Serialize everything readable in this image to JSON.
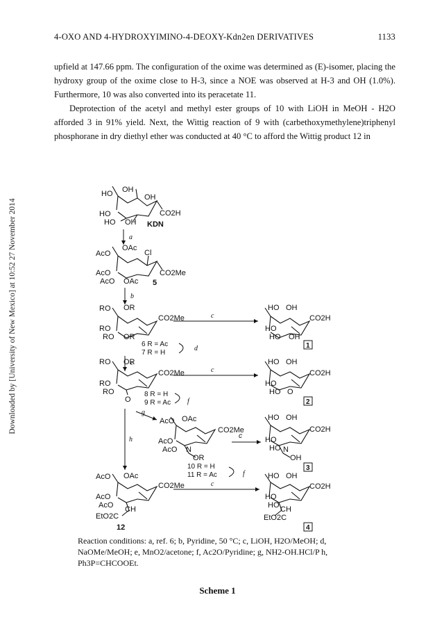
{
  "sidebar": {
    "download_note": "Downloaded by [University of New Mexico] at 10:52 27 November 2014"
  },
  "header": {
    "title": "4-OXO AND 4-HYDROXYIMINO-4-DEOXY-Kdn2en DERIVATIVES",
    "page_number": "1133"
  },
  "body": {
    "paragraph1": "upfield at 147.66 ppm. The configuration of the oxime was determined as (E)-isomer, placing the hydroxy group of the oxime close to H-3, since a NOE was observed at H-3 and OH (1.0%). Furthermore, 10 was also converted into its peracetate 11.",
    "paragraph2": "Deprotection of the acetyl and methyl ester groups of 10 with LiOH in MeOH - H2O afforded 3 in 91% yield. Next, the Wittig reaction of 9 with (carbethoxymethylene)triphenyl phosphorane in dry diethyl ether was conducted at 40 °C to afford the Wittig product 12 in"
  },
  "scheme": {
    "kdn": {
      "sub_ho": "HO",
      "sub_oh": "OH",
      "sub_co2h": "CO2H",
      "name": "KDN"
    },
    "c5": {
      "aco": "AcO",
      "oac": "OAc",
      "cl": "Cl",
      "co2me": "CO2Me",
      "num": "5"
    },
    "c67": {
      "ro": "RO",
      "or": "OR",
      "co2me": "CO2Me",
      "label6": "6 R = Ac",
      "label7": "7 R = H"
    },
    "c89": {
      "ro": "RO",
      "or": "OR",
      "o": "O",
      "co2me": "CO2Me",
      "label8": "8 R = H",
      "label9": "9 R = Ac"
    },
    "c1011": {
      "aco": "AcO",
      "oac": "OAc",
      "n": "N",
      "or": "OR",
      "co2me": "CO2Me",
      "label10": "10 R = H",
      "label11": "11 R = Ac"
    },
    "c12": {
      "aco": "AcO",
      "oac": "OAc",
      "ch": "CH",
      "eto2c": "EtO2C",
      "co2me": "CO2Me",
      "num": "12"
    },
    "p1": {
      "ho": "HO",
      "oh": "OH",
      "co2h": "CO2H",
      "num": "1"
    },
    "p2": {
      "ho": "HO",
      "oh": "OH",
      "o": "O",
      "co2h": "CO2H",
      "num": "2"
    },
    "p3": {
      "ho": "HO",
      "oh": "OH",
      "n": "N",
      "noh": "OH",
      "co2h": "CO2H",
      "num": "3"
    },
    "p4": {
      "ho": "HO",
      "oh": "OH",
      "ch": "CH",
      "eto2c": "EtO2C",
      "co2h": "CO2H",
      "num": "4"
    },
    "reagents": {
      "a": "a",
      "b": "b",
      "c": "c",
      "d": "d",
      "e": "e",
      "f": "f",
      "g": "g",
      "h": "h"
    }
  },
  "conditions": "Reaction conditions: a, ref. 6; b, Pyridine, 50 °C; c, LiOH, H2O/MeOH; d, NaOMe/MeOH; e, MnO2/acetone; f, Ac2O/Pyridine; g, NH2-OH.HCl/P h, Ph3P=CHCOOEt.",
  "caption": "Scheme 1"
}
